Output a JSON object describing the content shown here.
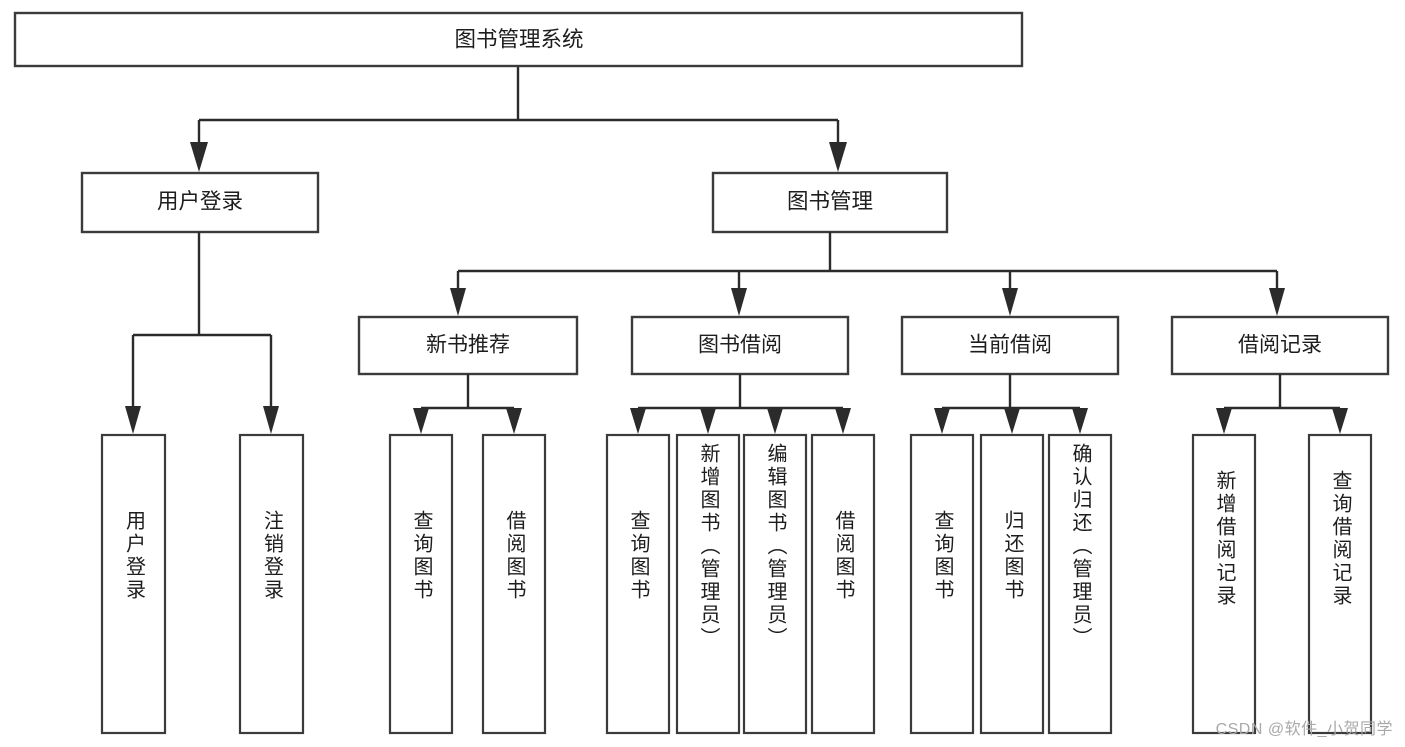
{
  "diagram": {
    "type": "tree-hierarchy",
    "root": {
      "id": "root",
      "label": "图书管理系统"
    },
    "level1": [
      {
        "id": "user-login",
        "label": "用户登录"
      },
      {
        "id": "book-management",
        "label": "图书管理"
      }
    ],
    "level2": [
      {
        "id": "new-book-recommend",
        "label": "新书推荐",
        "parent": "book-management"
      },
      {
        "id": "book-borrow",
        "label": "图书借阅",
        "parent": "book-management"
      },
      {
        "id": "current-borrow",
        "label": "当前借阅",
        "parent": "book-management"
      },
      {
        "id": "borrow-record",
        "label": "借阅记录",
        "parent": "book-management"
      }
    ],
    "leaves": [
      {
        "id": "leaf-user-login",
        "label": "用户登录",
        "parent": "user-login"
      },
      {
        "id": "leaf-logout-login",
        "label": "注销登录",
        "parent": "user-login"
      },
      {
        "id": "leaf-query-book-1",
        "label": "查询图书",
        "parent": "new-book-recommend"
      },
      {
        "id": "leaf-borrow-book-1",
        "label": "借阅图书",
        "parent": "new-book-recommend"
      },
      {
        "id": "leaf-query-book-2",
        "label": "查询图书",
        "parent": "book-borrow"
      },
      {
        "id": "leaf-add-book",
        "label": "新增图书（管理员）",
        "parent": "book-borrow"
      },
      {
        "id": "leaf-edit-book",
        "label": "编辑图书（管理员）",
        "parent": "book-borrow"
      },
      {
        "id": "leaf-borrow-book-2",
        "label": "借阅图书",
        "parent": "book-borrow"
      },
      {
        "id": "leaf-query-book-3",
        "label": "查询图书",
        "parent": "current-borrow"
      },
      {
        "id": "leaf-return-book",
        "label": "归还图书",
        "parent": "current-borrow"
      },
      {
        "id": "leaf-confirm-return",
        "label": "确认归还（管理员）",
        "parent": "current-borrow"
      },
      {
        "id": "leaf-add-record",
        "label": "新增借阅记录",
        "parent": "borrow-record"
      },
      {
        "id": "leaf-query-record",
        "label": "查询借阅记录",
        "parent": "borrow-record"
      }
    ]
  },
  "watermark": {
    "text": "CSDN @软件_小贺同学"
  },
  "colors": {
    "box_stroke": "#3b3b3b",
    "connector": "#2b2b2b",
    "text": "#1d1d1d",
    "background": "#ffffff",
    "watermark": "#a9a9a9"
  }
}
